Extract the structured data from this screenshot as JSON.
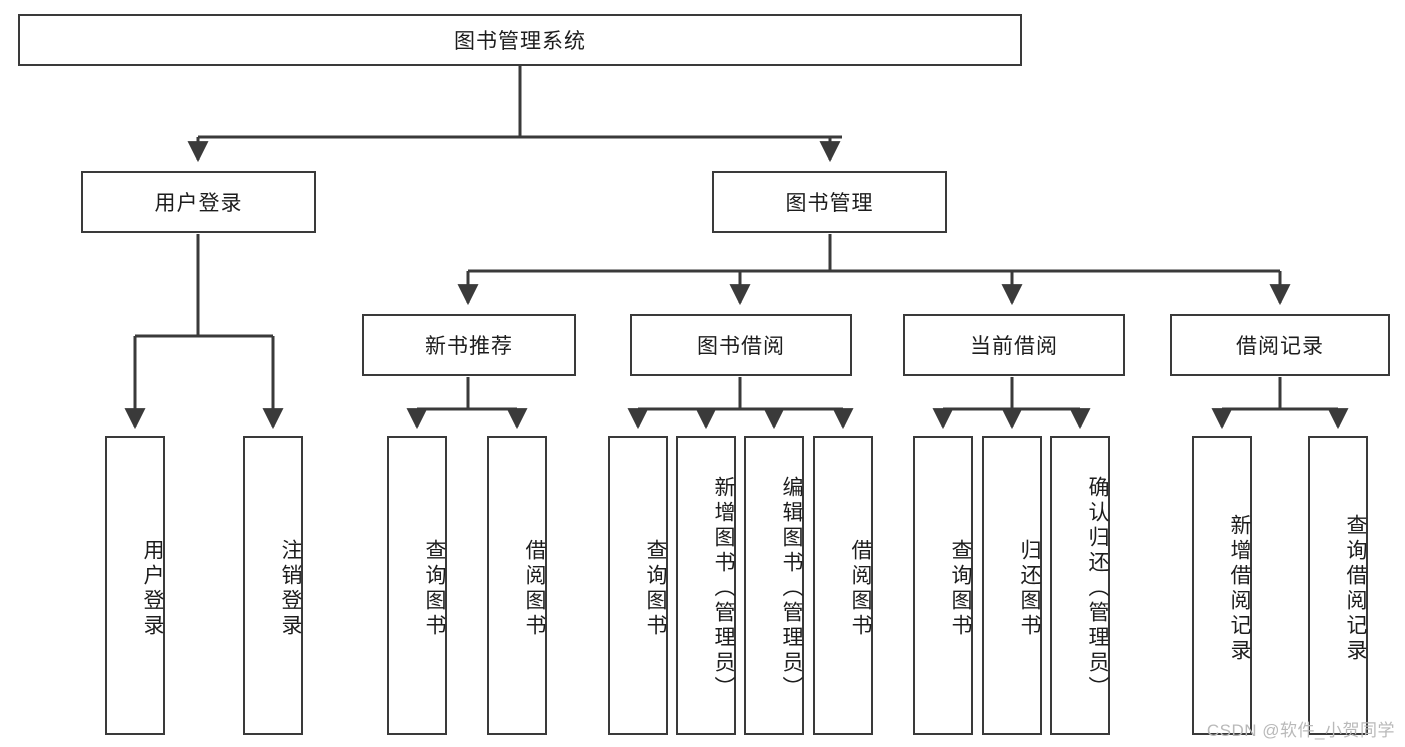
{
  "diagram": {
    "title": "图书管理系统",
    "type": "tree",
    "watermark": "CSDN @软件_小贺同学",
    "colors": {
      "stroke": "#3a3a3a",
      "box_fill": "#ffffff",
      "text": "#1d1d1d",
      "background": "#ffffff",
      "watermark": "#b9b9b9"
    },
    "nodes": {
      "root": {
        "label": "图书管理系统",
        "orientation": "horizontal"
      },
      "level2": [
        {
          "label": "用户登录",
          "orientation": "horizontal"
        },
        {
          "label": "图书管理",
          "orientation": "horizontal"
        }
      ],
      "level3": [
        {
          "label": "新书推荐",
          "orientation": "horizontal"
        },
        {
          "label": "图书借阅",
          "orientation": "horizontal"
        },
        {
          "label": "当前借阅",
          "orientation": "horizontal"
        },
        {
          "label": "借阅记录",
          "orientation": "horizontal"
        }
      ],
      "leaves": {
        "user_login": [
          {
            "label": "用户登录",
            "orientation": "vertical"
          },
          {
            "label": "注销登录",
            "orientation": "vertical"
          }
        ],
        "new_book_recommend": [
          {
            "label": "查询图书",
            "orientation": "vertical"
          },
          {
            "label": "借阅图书",
            "orientation": "vertical"
          }
        ],
        "book_borrow": [
          {
            "label": "查询图书",
            "orientation": "vertical"
          },
          {
            "label": "新增图书（管理员）",
            "orientation": "vertical"
          },
          {
            "label": "编辑图书（管理员）",
            "orientation": "vertical"
          },
          {
            "label": "借阅图书",
            "orientation": "vertical"
          }
        ],
        "current_borrow": [
          {
            "label": "查询图书",
            "orientation": "vertical"
          },
          {
            "label": "归还图书",
            "orientation": "vertical"
          },
          {
            "label": "确认归还（管理员）",
            "orientation": "vertical"
          }
        ],
        "borrow_record": [
          {
            "label": "新增借阅记录",
            "orientation": "vertical"
          },
          {
            "label": "查询借阅记录",
            "orientation": "vertical"
          }
        ]
      }
    }
  }
}
